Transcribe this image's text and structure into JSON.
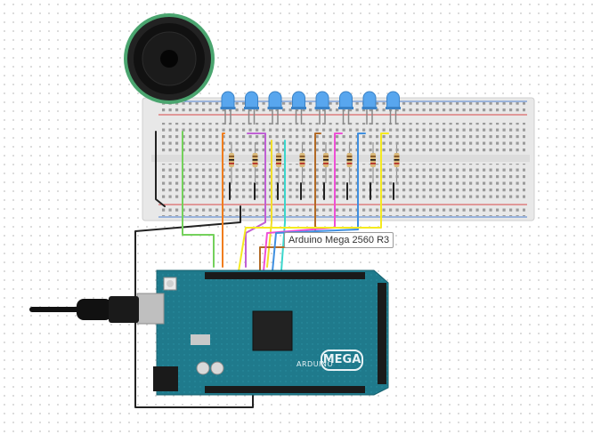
{
  "board": {
    "label": "Arduino Mega 2560 R3",
    "brand_text": "ARDUINO",
    "model_text": "MEGA"
  },
  "leds": {
    "count": 8,
    "color": "#58a6ee"
  },
  "wire_colors": [
    "#f07d1e",
    "#c060d4",
    "#f2df2a",
    "#3bd6cc",
    "#b26a25",
    "#ef4fd6",
    "#3f8fe0",
    "#f5ea1f",
    "#74d15c",
    "#222222"
  ],
  "colors": {
    "breadboard": "#e6e6e6",
    "board": "#1f7a8c",
    "rail_red": "#d94848",
    "rail_blue": "#4c7fd0"
  }
}
